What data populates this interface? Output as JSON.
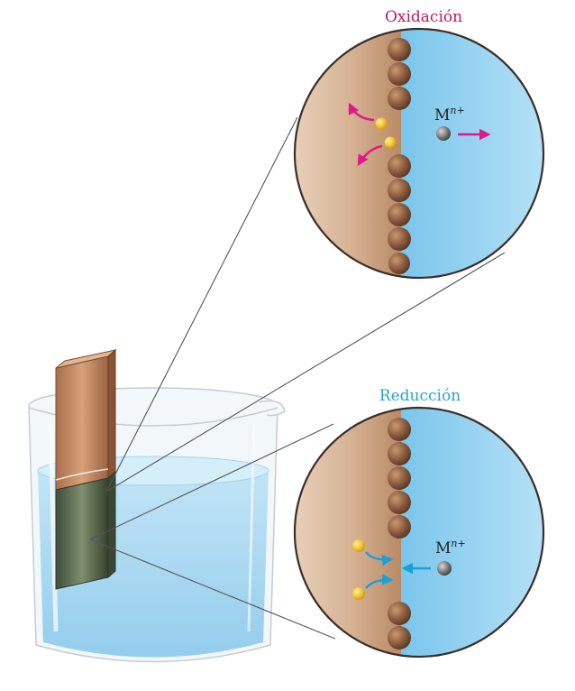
{
  "labels": {
    "oxidation": "Oxidación",
    "reduction": "Reducción",
    "ion_symbol": "M",
    "ion_charge": "n+"
  },
  "colors": {
    "oxidation_arrow": "#e0198a",
    "reduction_arrow": "#1aa0d8",
    "metal": "#c99a78",
    "solution": "#8fd0ef",
    "atom": "#8a5a3c",
    "electron": "#f2c230",
    "ion": "#707070"
  },
  "icons": {
    "electron": "yellow-sphere",
    "metal_ion": "gray-sphere",
    "surface_atom": "brown-sphere"
  }
}
